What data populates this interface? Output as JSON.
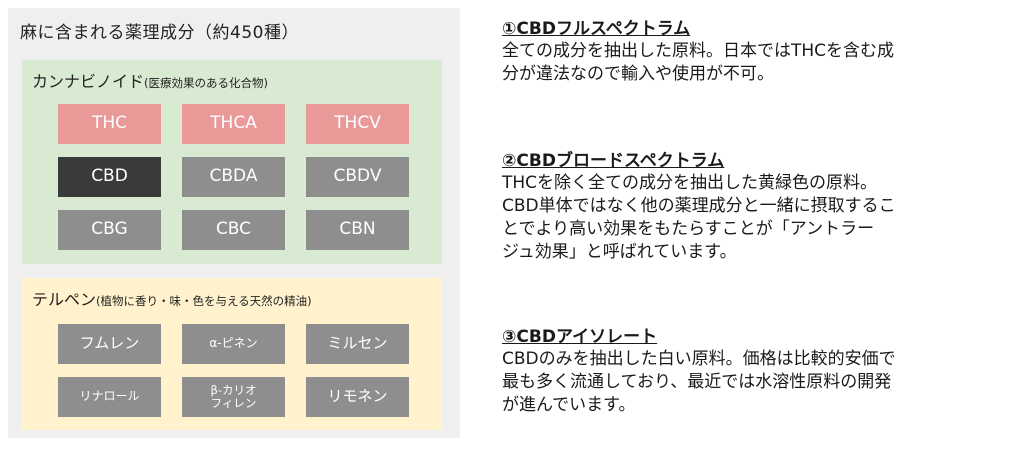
{
  "panel": {
    "title": "麻に含まれる薬理成分（約450種）"
  },
  "cannabinoid": {
    "title": "カンナビノイド",
    "subtitle": "(医療効果のある化合物)",
    "chips": [
      "THC",
      "THCA",
      "THCV",
      "CBD",
      "CBDA",
      "CBDV",
      "CBG",
      "CBC",
      "CBN"
    ]
  },
  "terpene": {
    "title": "テルペン",
    "subtitle": "(植物に香り・味・色を与える天然の精油)",
    "chips": [
      "フムレン",
      "α-ピネン",
      "ミルセン",
      "リナロール",
      "β-カリオ\nフィレン",
      "リモネン"
    ]
  },
  "sections": [
    {
      "title": "①CBDフルスペクトラム",
      "body": "全ての成分を抽出した原料。日本ではTHCを含む成\n分が違法なので輸入や使用が不可。"
    },
    {
      "title": "②CBDブロードスペクトラム",
      "body": "THCを除く全ての成分を抽出した黄緑色の原料。\nCBD単体ではなく他の薬理成分と一緒に摂取するこ\nとでより高い効果をもたらすことが「アントラー\nジュ効果」と呼ばれています。"
    },
    {
      "title": "③CBDアイソレート",
      "body": "CBDのみを抽出した白い原料。価格は比較的安価で\n最も多く流通しており、最近では水溶性原料の開発\nが進んでいます。"
    }
  ],
  "colors": {
    "thc_group": "#ea9999",
    "cbd_highlight": "#3a3a3a",
    "neutral_chip": "#8e8e8e",
    "cannabinoid_bg": "#d9ead3",
    "terpene_bg": "#fff2cc"
  }
}
